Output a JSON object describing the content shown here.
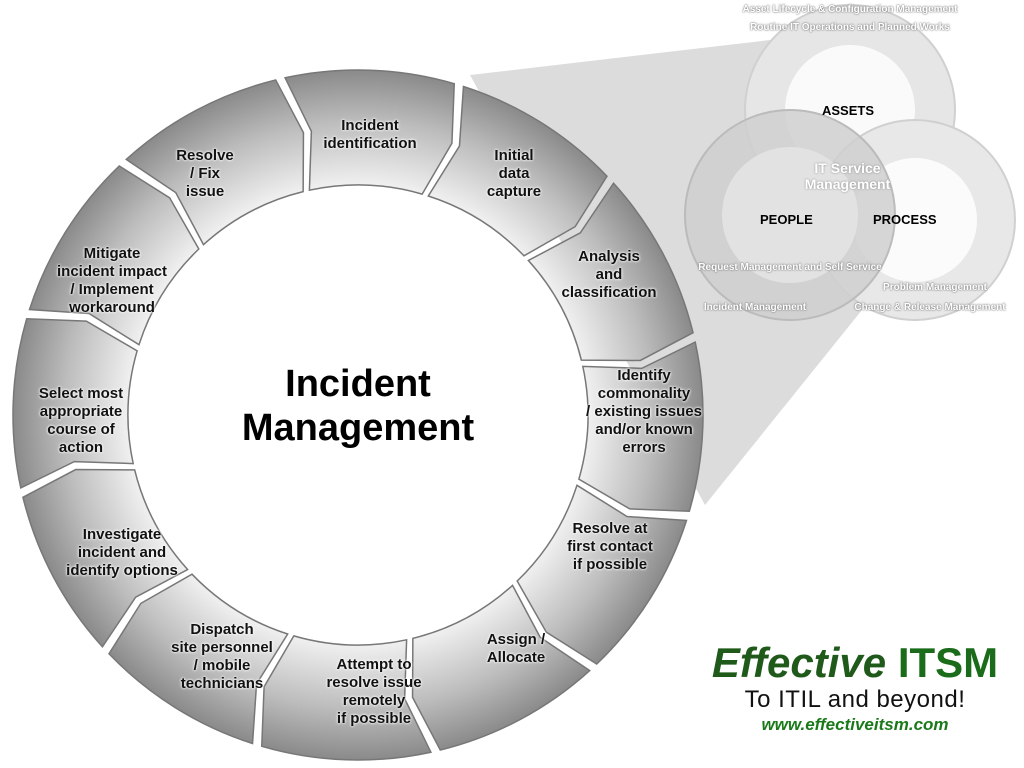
{
  "title": "Incident\nManagement",
  "steps": [
    "Incident\nidentification",
    "Initial\ndata\ncapture",
    "Analysis\nand\nclassification",
    "Identify\ncommonality\n/ existing issues\nand/or known\nerrors",
    "Resolve at\nfirst contact\nif possible",
    "Assign /\nAllocate",
    "Attempt to\nresolve issue\nremotely\nif possible",
    "Dispatch\nsite personnel\n/ mobile\ntechnicians",
    "Investigate\nincident and\nidentify options",
    "Select most\nappropriate\ncourse of\naction",
    "Mitigate\nincident impact\n/ Implement\nworkaround",
    "Resolve\n/ Fix\nissue"
  ],
  "venn": {
    "assets": "ASSETS",
    "people": "PEOPLE",
    "process": "PROCESS",
    "center": "IT Service\nManagement",
    "ring_assets_outer": "Asset Lifecycle & Configuration Management",
    "ring_assets_inner": "Routine IT Operations and Planned Works",
    "ring_people_outer": "Incident Management",
    "ring_people_inner": "Request Management and Self Service",
    "ring_process_outer": "Change & Release Management",
    "ring_process_inner": "Problem Management"
  },
  "logo": {
    "word1": "Effective",
    "word2": "ITSM",
    "tagline": "To ITIL and beyond!",
    "url": "www.effectiveitsm.com"
  },
  "colors": {
    "brand_green": "#1a6b1a",
    "segment_gray": "#9a9a9a"
  }
}
